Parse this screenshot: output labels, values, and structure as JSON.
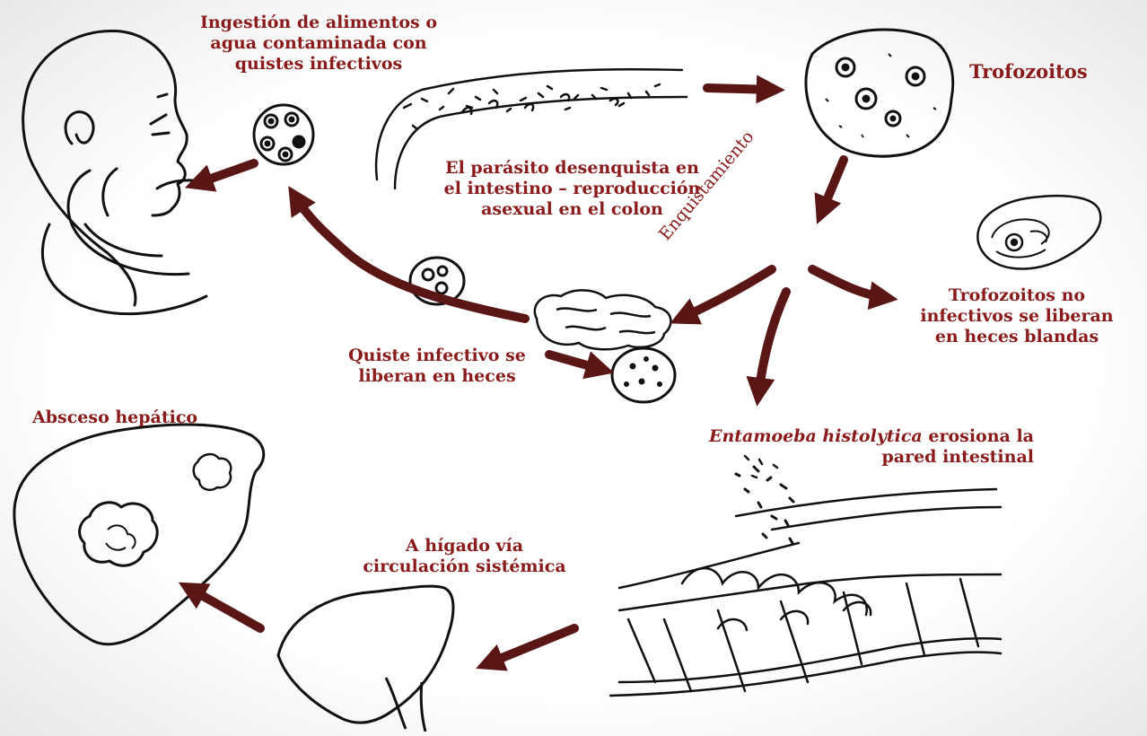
{
  "labels": {
    "ingestion": [
      "Ingestión de alimentos o",
      "agua contaminada con",
      "quistes infectivos"
    ],
    "trofozoitos": "Trofozoitos",
    "desenquista": [
      "El parásito desenquista en",
      "el intestino  – reproducción",
      "asexual en el colon"
    ],
    "enquistamiento": "Enquistamiento",
    "no_infectivos": [
      "Trofozoitos no",
      "infectivos  se liberan",
      "en heces blandas"
    ],
    "quiste_heces": [
      "Quiste infectivo se",
      "liberan en heces"
    ],
    "erosiona_species": "Entamoeba histolytica",
    "erosiona_rest": " erosiona la",
    "erosiona_line2": "pared intestinal",
    "absceso": "Absceso hepático",
    "higado": [
      "A hígado  vía",
      "circulación sistémica"
    ]
  },
  "colors": {
    "label": "#8b1a1a",
    "arrow": "#5a1515",
    "line": "#111111"
  }
}
